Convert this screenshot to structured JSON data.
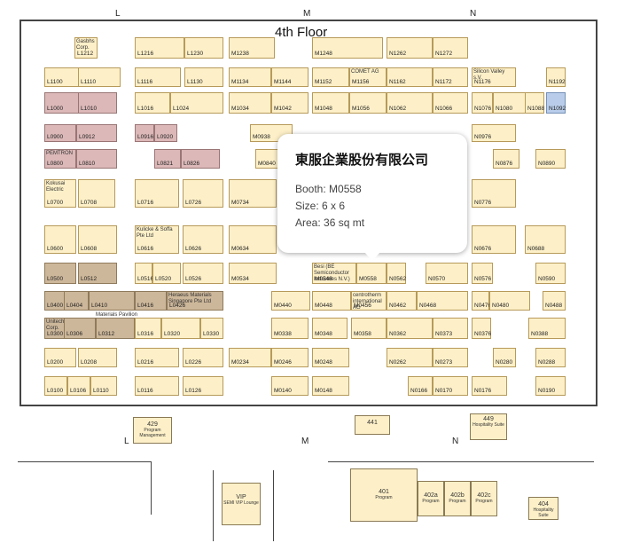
{
  "floor": {
    "title": "4th Floor"
  },
  "zones": {
    "top": [
      "L",
      "M",
      "N"
    ],
    "bottom": [
      "L",
      "M",
      "N"
    ]
  },
  "popup": {
    "company": "東服企業股份有限公司",
    "booth": "Booth: M0558",
    "size": "Size: 6 x 6",
    "area": "Area: 36 sq mt"
  },
  "booths": [
    {
      "id": "L1212",
      "name": "Gasbhs Corp."
    },
    {
      "id": "L1216",
      "name": ""
    },
    {
      "id": "L1230",
      "name": ""
    },
    {
      "id": "M1238",
      "name": ""
    },
    {
      "id": "M1248",
      "name": ""
    },
    {
      "id": "N1262",
      "name": ""
    },
    {
      "id": "N1272",
      "name": ""
    },
    {
      "id": "L1100",
      "name": ""
    },
    {
      "id": "L1110",
      "name": ""
    },
    {
      "id": "L1116",
      "name": ""
    },
    {
      "id": "L1130",
      "name": ""
    },
    {
      "id": "M1134",
      "name": ""
    },
    {
      "id": "M1144",
      "name": ""
    },
    {
      "id": "M1152",
      "name": ""
    },
    {
      "id": "M1156",
      "name": "COMET AG"
    },
    {
      "id": "N1162",
      "name": ""
    },
    {
      "id": "N1172",
      "name": ""
    },
    {
      "id": "N1176",
      "name": "Silicon Valley s.V."
    },
    {
      "id": "N1192",
      "name": ""
    },
    {
      "id": "L1000",
      "name": ""
    },
    {
      "id": "L1010",
      "name": ""
    },
    {
      "id": "L1016",
      "name": ""
    },
    {
      "id": "L1024",
      "name": ""
    },
    {
      "id": "M1034",
      "name": ""
    },
    {
      "id": "M1042",
      "name": ""
    },
    {
      "id": "M1048",
      "name": ""
    },
    {
      "id": "M1056",
      "name": ""
    },
    {
      "id": "N1062",
      "name": ""
    },
    {
      "id": "N1066",
      "name": ""
    },
    {
      "id": "N1076",
      "name": ""
    },
    {
      "id": "N1080",
      "name": ""
    },
    {
      "id": "N1088",
      "name": ""
    },
    {
      "id": "N1092",
      "name": ""
    },
    {
      "id": "L0900",
      "name": ""
    },
    {
      "id": "L0912",
      "name": ""
    },
    {
      "id": "L0916",
      "name": ""
    },
    {
      "id": "L0920",
      "name": ""
    },
    {
      "id": "M0938",
      "name": ""
    },
    {
      "id": "N0976",
      "name": ""
    },
    {
      "id": "L0800",
      "name": "PEMTRON"
    },
    {
      "id": "L0810",
      "name": ""
    },
    {
      "id": "L0821",
      "name": ""
    },
    {
      "id": "L0826",
      "name": ""
    },
    {
      "id": "M0840",
      "name": ""
    },
    {
      "id": "N0876",
      "name": ""
    },
    {
      "id": "N0890",
      "name": ""
    },
    {
      "id": "L0700",
      "name": "Kokusai Electric"
    },
    {
      "id": "L0708",
      "name": ""
    },
    {
      "id": "L0716",
      "name": ""
    },
    {
      "id": "L0726",
      "name": ""
    },
    {
      "id": "M0734",
      "name": ""
    },
    {
      "id": "N0776",
      "name": ""
    },
    {
      "id": "L0600",
      "name": ""
    },
    {
      "id": "L0608",
      "name": ""
    },
    {
      "id": "L0616",
      "name": "Kulicke & Soffa Pte Ltd"
    },
    {
      "id": "L0626",
      "name": ""
    },
    {
      "id": "M0634",
      "name": ""
    },
    {
      "id": "N0676",
      "name": ""
    },
    {
      "id": "N0688",
      "name": ""
    },
    {
      "id": "L0500",
      "name": ""
    },
    {
      "id": "L0512",
      "name": ""
    },
    {
      "id": "L0516",
      "name": ""
    },
    {
      "id": "L0520",
      "name": ""
    },
    {
      "id": "L0526",
      "name": ""
    },
    {
      "id": "M0534",
      "name": ""
    },
    {
      "id": "M0548",
      "name": "Besi (BE Semiconductor Industries N.V.)"
    },
    {
      "id": "M0558",
      "name": ""
    },
    {
      "id": "N0562",
      "name": ""
    },
    {
      "id": "N0570",
      "name": ""
    },
    {
      "id": "N0576",
      "name": ""
    },
    {
      "id": "N0590",
      "name": ""
    },
    {
      "id": "L0400",
      "name": ""
    },
    {
      "id": "L0404",
      "name": ""
    },
    {
      "id": "L0410",
      "name": ""
    },
    {
      "id": "L0416",
      "name": ""
    },
    {
      "id": "L0426",
      "name": "Heraeus Materials Singapore Pte Ltd"
    },
    {
      "id": "M0440",
      "name": ""
    },
    {
      "id": "M0448",
      "name": ""
    },
    {
      "id": "M0456",
      "name": "centrotherm international AG"
    },
    {
      "id": "N0462",
      "name": ""
    },
    {
      "id": "N0468",
      "name": ""
    },
    {
      "id": "N0476",
      "name": ""
    },
    {
      "id": "N0480",
      "name": ""
    },
    {
      "id": "N0488",
      "name": ""
    },
    {
      "id": "L0300",
      "name": "Unitech Corp."
    },
    {
      "id": "L0306",
      "name": ""
    },
    {
      "id": "L0312",
      "name": ""
    },
    {
      "id": "L0316",
      "name": ""
    },
    {
      "id": "L0320",
      "name": ""
    },
    {
      "id": "L0330",
      "name": ""
    },
    {
      "id": "M0338",
      "name": ""
    },
    {
      "id": "M0348",
      "name": ""
    },
    {
      "id": "M0358",
      "name": ""
    },
    {
      "id": "N0362",
      "name": ""
    },
    {
      "id": "N0373",
      "name": ""
    },
    {
      "id": "N0376",
      "name": ""
    },
    {
      "id": "N0388",
      "name": ""
    },
    {
      "id": "L0200",
      "name": ""
    },
    {
      "id": "L0208",
      "name": ""
    },
    {
      "id": "L0216",
      "name": ""
    },
    {
      "id": "L0226",
      "name": ""
    },
    {
      "id": "M0234",
      "name": ""
    },
    {
      "id": "M0246",
      "name": ""
    },
    {
      "id": "M0248",
      "name": ""
    },
    {
      "id": "N0262",
      "name": ""
    },
    {
      "id": "N0273",
      "name": ""
    },
    {
      "id": "N0280",
      "name": ""
    },
    {
      "id": "N0288",
      "name": ""
    },
    {
      "id": "L0100",
      "name": ""
    },
    {
      "id": "L0106",
      "name": ""
    },
    {
      "id": "L0110",
      "name": ""
    },
    {
      "id": "L0116",
      "name": ""
    },
    {
      "id": "L0126",
      "name": ""
    },
    {
      "id": "M0140",
      "name": ""
    },
    {
      "id": "M0148",
      "name": ""
    },
    {
      "id": "N0166",
      "name": ""
    },
    {
      "id": "N0170",
      "name": ""
    },
    {
      "id": "N0176",
      "name": ""
    },
    {
      "id": "N0190",
      "name": ""
    }
  ],
  "rooms": [
    {
      "id": "429",
      "name": "Program Management"
    },
    {
      "id": "441",
      "name": ""
    },
    {
      "id": "449",
      "name": "Hospitality Suite"
    },
    {
      "id": "401",
      "name": "Program"
    },
    {
      "id": "402a",
      "name": "Program"
    },
    {
      "id": "402b",
      "name": "Program"
    },
    {
      "id": "402c",
      "name": "Program"
    },
    {
      "id": "404",
      "name": "Hospitality Suite"
    },
    {
      "id": "VIP",
      "name": "SEMI VIP Lounge"
    }
  ],
  "pavilions": {
    "materials": "Materials Pavilion"
  }
}
